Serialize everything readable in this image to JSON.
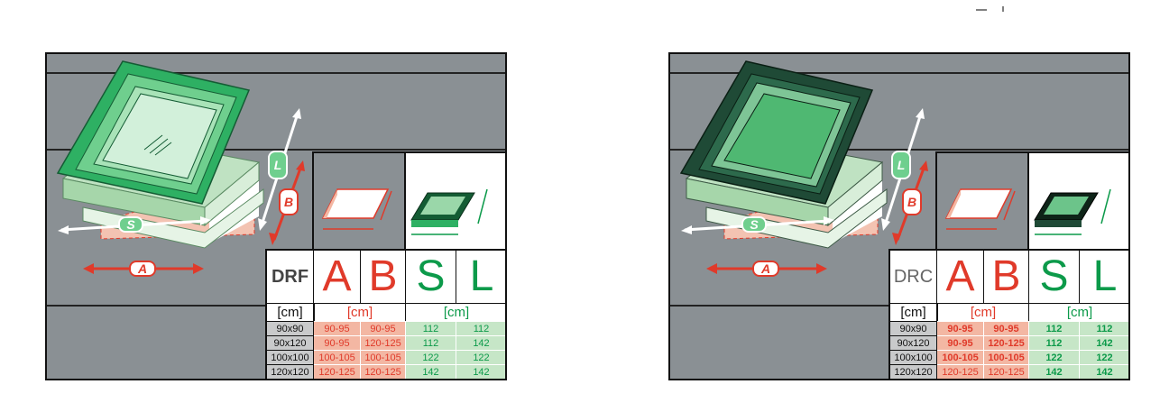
{
  "panels": [
    {
      "model": "DRF",
      "a_label": "A",
      "b_label": "B",
      "s_label": "S",
      "l_label": "L",
      "unit_size": "[cm]",
      "unit_ab": "[cm]",
      "unit_sl": "[cm]",
      "dim_s": "S",
      "dim_a": "A",
      "dim_b": "B",
      "dim_l": "L",
      "rows": [
        {
          "size": "90x90",
          "a": "90-95",
          "b": "90-95",
          "s": "112",
          "l": "112"
        },
        {
          "size": "90x120",
          "a": "90-95",
          "b": "120-125",
          "s": "112",
          "l": "142"
        },
        {
          "size": "100x100",
          "a": "100-105",
          "b": "100-105",
          "s": "122",
          "l": "122"
        },
        {
          "size": "120x120",
          "a": "120-125",
          "b": "120-125",
          "s": "142",
          "l": "142"
        }
      ],
      "frame_color": "#27a35a"
    },
    {
      "model": "DRC",
      "a_label": "A",
      "b_label": "B",
      "s_label": "S",
      "l_label": "L",
      "unit_size": "[cm]",
      "unit_ab": "[cm]",
      "unit_sl": "[cm]",
      "dim_s": "S",
      "dim_a": "A",
      "dim_b": "B",
      "dim_l": "L",
      "rows": [
        {
          "size": "90x90",
          "a": "90-95",
          "b": "90-95",
          "s": "112",
          "l": "112"
        },
        {
          "size": "90x120",
          "a": "90-95",
          "b": "120-125",
          "s": "112",
          "l": "142"
        },
        {
          "size": "100x100",
          "a": "100-105",
          "b": "100-105",
          "s": "122",
          "l": "122"
        },
        {
          "size": "120x120",
          "a": "120-125",
          "b": "120-125",
          "s": "142",
          "l": "142"
        }
      ],
      "frame_color": "#1f4a36"
    }
  ],
  "colors": {
    "red": "#e03a2a",
    "green": "#0c9a4a",
    "roof": "#8a9094"
  }
}
